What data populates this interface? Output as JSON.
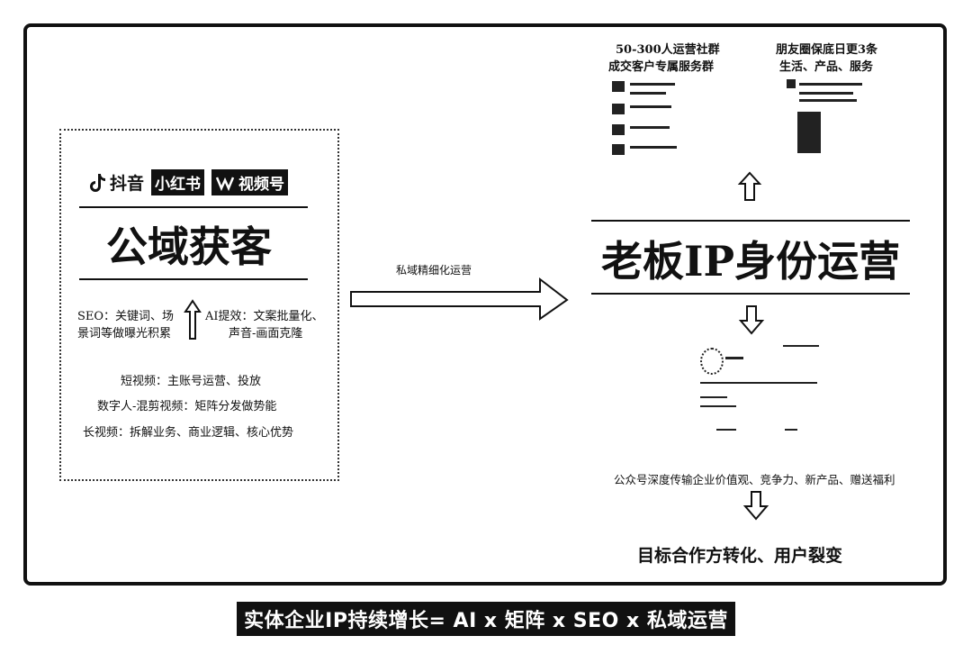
{
  "left": {
    "platforms": [
      {
        "icon": "tiktok-icon",
        "label": "抖音"
      },
      {
        "label": "小红书"
      },
      {
        "icon": "wechat-channels-icon",
        "label": "视频号"
      }
    ],
    "title": "公域获客",
    "seo_line1": "SEO：关键词、场",
    "seo_line2": "景词等做曝光积累",
    "ai_line1": "AI提效：文案批量化、",
    "ai_line2": "声音-画面克隆",
    "video_lines": [
      "短视频：主账号运营、投放",
      "数字人-混剪视频：矩阵分发做势能",
      "长视频：拆解业务、商业逻辑、核心优势"
    ]
  },
  "middle": {
    "arrow_label": "私域精细化运营"
  },
  "right": {
    "group_title_1": "50-300人运营社群",
    "group_title_2": "成交客户专属服务群",
    "moments_title_1": "朋友圈保底日更3条",
    "moments_title_2": "生活、产品、服务",
    "center_title": "老板IP身份运营",
    "official_account_note": "公众号深度传输企业价值观、竞争力、新产品、赠送福利",
    "goal": "目标合作方转化、用户裂变"
  },
  "caption": "实体企业IP持续增长= AI x 矩阵 x SEO x 私域运营",
  "colors": {
    "ink": "#111111",
    "background": "#ffffff"
  }
}
